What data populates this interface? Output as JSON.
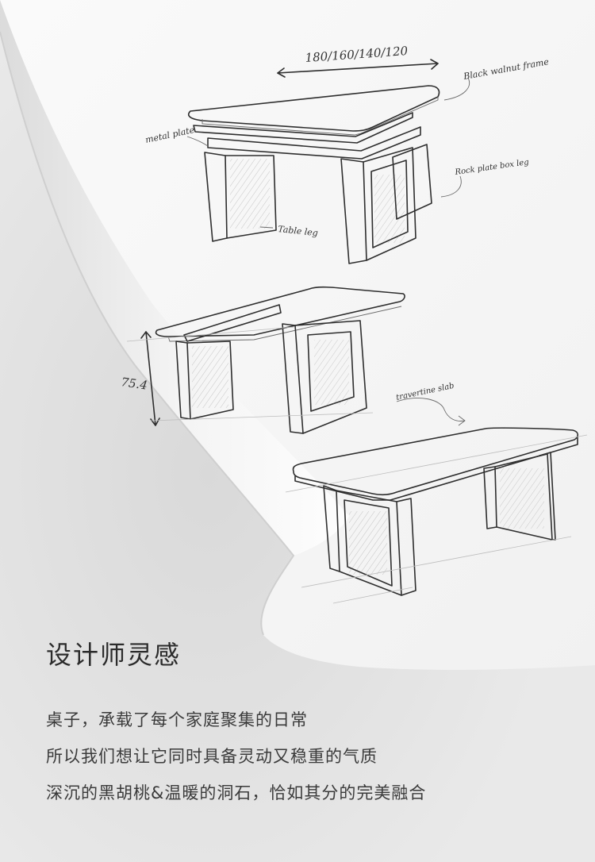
{
  "sketch": {
    "annotations": {
      "sizes": "180/160/140/120",
      "frame": "Black walnut frame",
      "plate": "metal plate",
      "box_leg": "Rock plate box leg",
      "table_leg": "Table leg",
      "height": "75.4",
      "slab": "travertine slab"
    }
  },
  "content": {
    "title": "设计师灵感",
    "lines": [
      "桌子，承载了每个家庭聚集的日常",
      "所以我们想让它同时具备灵动又稳重的气质",
      "深沉的黑胡桃&温暖的洞石，恰如其分的完美融合"
    ]
  }
}
